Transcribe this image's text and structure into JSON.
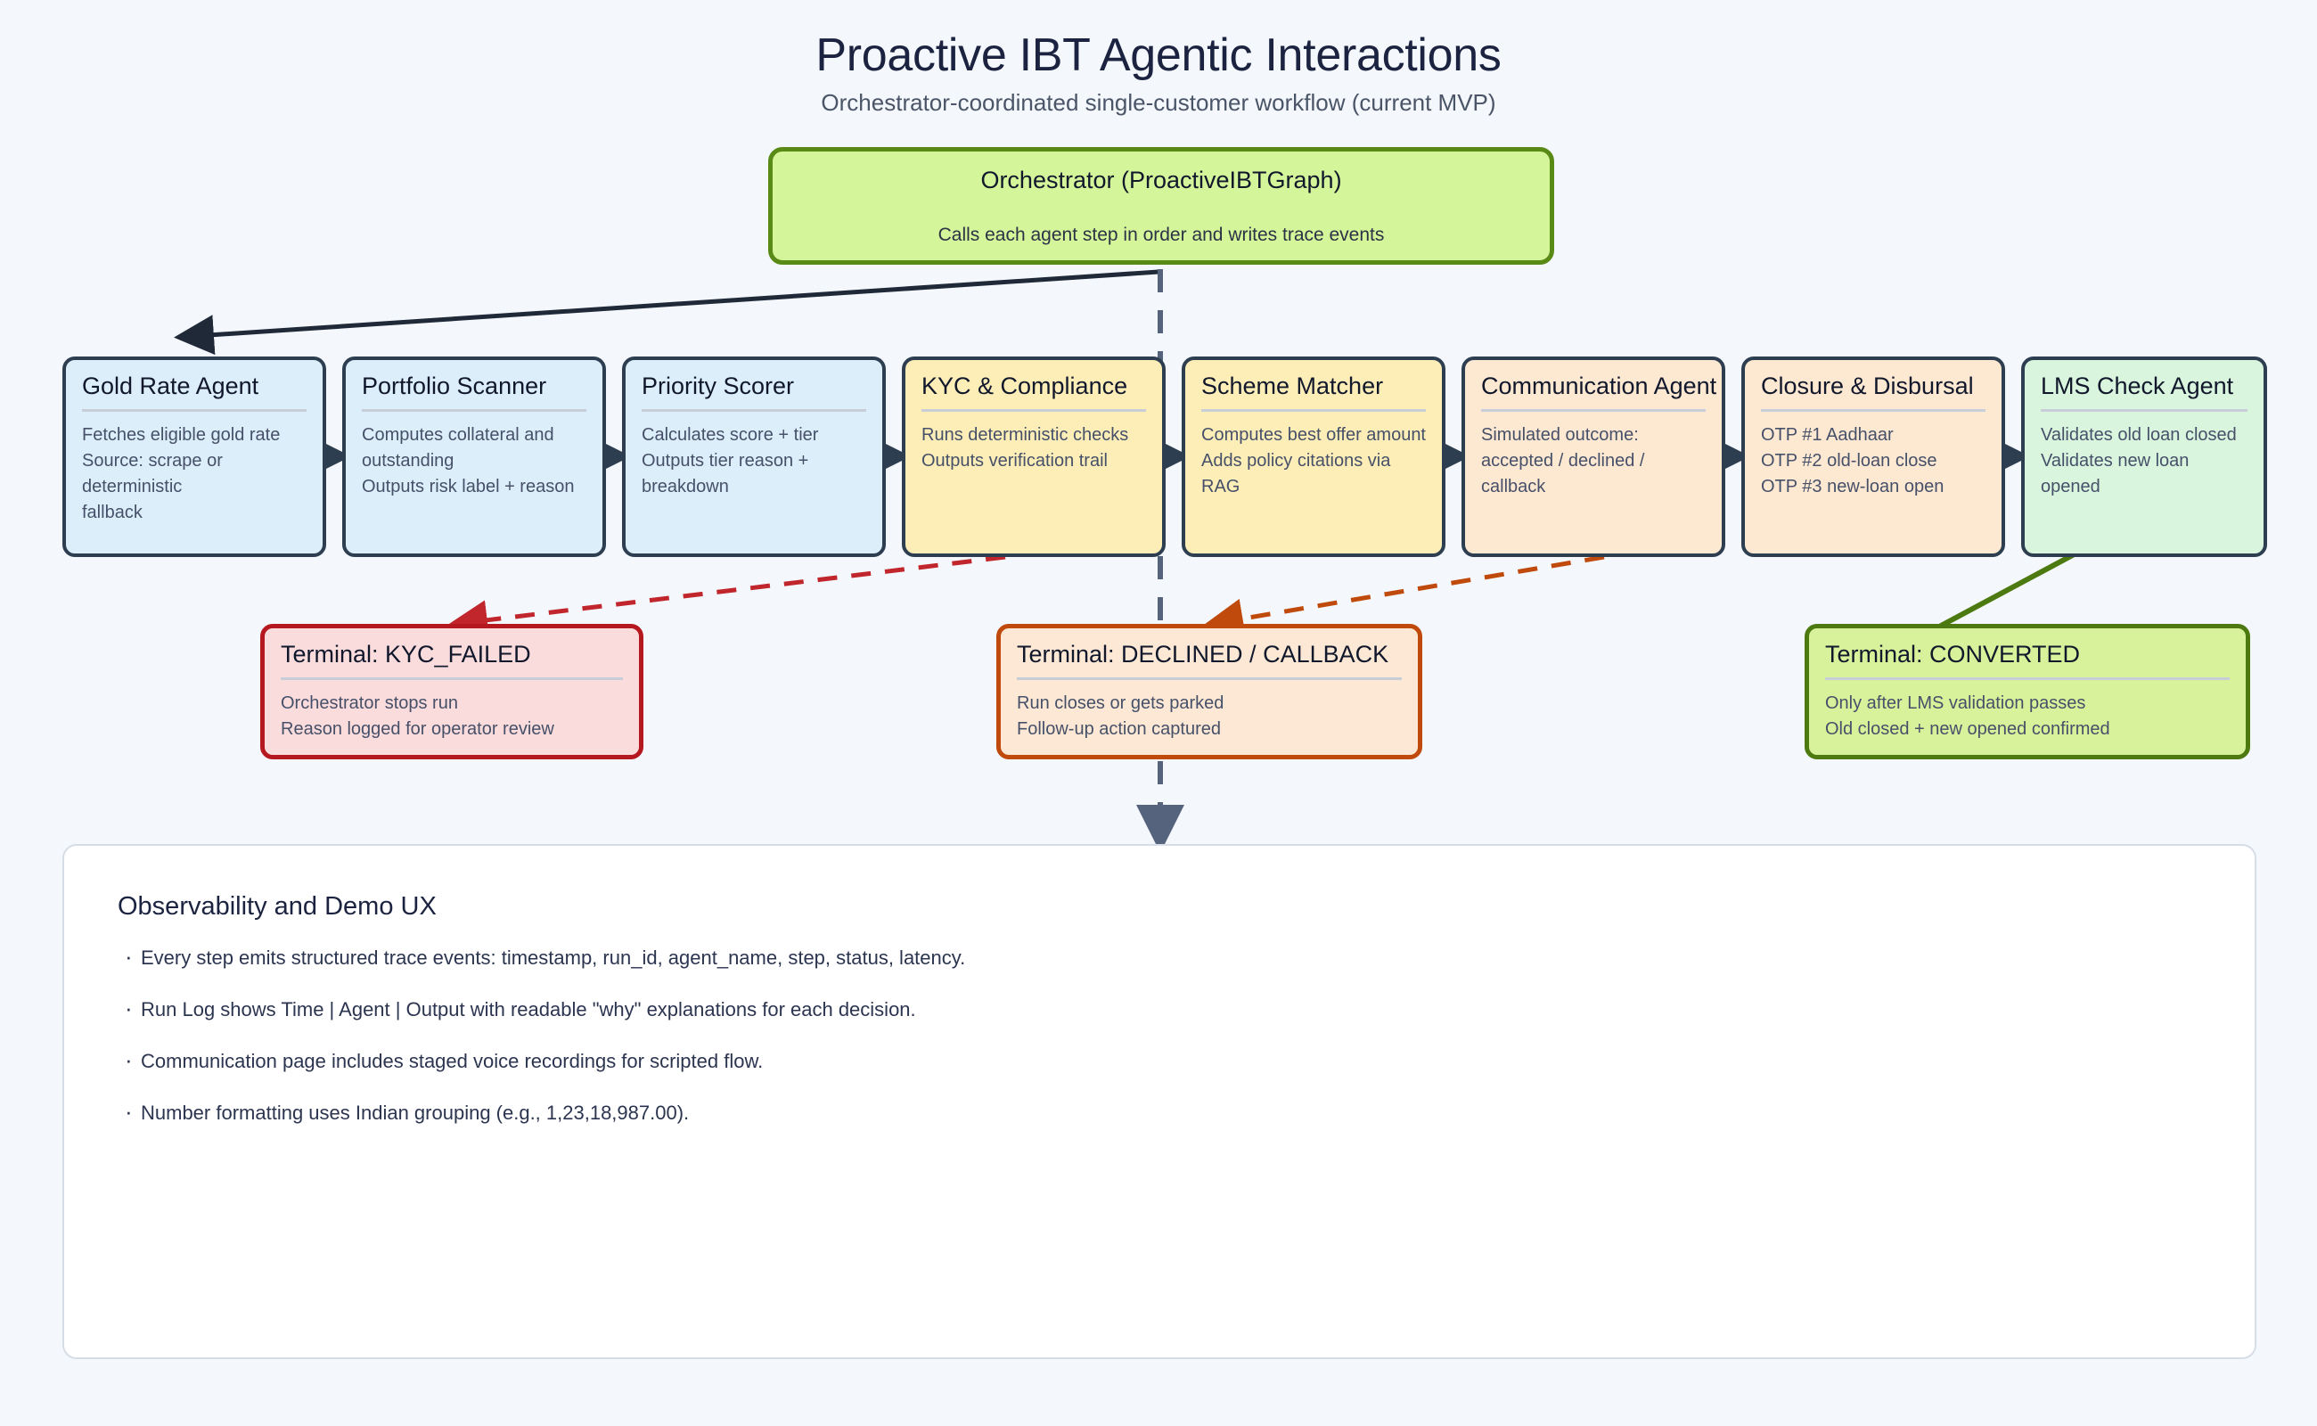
{
  "header": {
    "title": "Proactive IBT Agentic Interactions",
    "subtitle": "Orchestrator-coordinated single-customer workflow (current MVP)"
  },
  "orchestrator": {
    "title": "Orchestrator (ProactiveIBTGraph)",
    "subtitle": "Calls each agent step in order and writes trace events"
  },
  "agents": [
    {
      "title": "Gold Rate Agent",
      "lines": [
        "Fetches eligible gold rate",
        "Source: scrape or deterministic",
        "fallback"
      ],
      "fill": "#ddeefb"
    },
    {
      "title": "Portfolio Scanner",
      "lines": [
        "Computes collateral and",
        "outstanding",
        "Outputs risk label + reason"
      ],
      "fill": "#ddeefb"
    },
    {
      "title": "Priority Scorer",
      "lines": [
        "Calculates score + tier",
        "Outputs tier reason +",
        "breakdown"
      ],
      "fill": "#ddeefb"
    },
    {
      "title": "KYC & Compliance",
      "lines": [
        "Runs deterministic checks",
        "Outputs verification trail"
      ],
      "fill": "#fdeeb8"
    },
    {
      "title": "Scheme Matcher",
      "lines": [
        "Computes best offer amount",
        "Adds policy citations via RAG"
      ],
      "fill": "#fdeeb8"
    },
    {
      "title": "Communication Agent",
      "lines": [
        "Simulated outcome:",
        "accepted / declined / callback"
      ],
      "fill": "#fde8d2"
    },
    {
      "title": "Closure & Disbursal",
      "lines": [
        "OTP #1 Aadhaar",
        "OTP #2 old-loan close",
        "OTP #3 new-loan open"
      ],
      "fill": "#fde8d2"
    },
    {
      "title": "LMS Check Agent",
      "lines": [
        "Validates old loan closed",
        "Validates new loan opened"
      ],
      "fill": "#d9f5de"
    }
  ],
  "terminals": [
    {
      "title": "Terminal: KYC_FAILED",
      "lines": [
        "Orchestrator stops run",
        "Reason logged for operator review"
      ],
      "fill": "#fbdcdd",
      "border": "#b5181f"
    },
    {
      "title": "Terminal: DECLINED / CALLBACK",
      "lines": [
        "Run closes or gets parked",
        "Follow-up action captured"
      ],
      "fill": "#fce8d4",
      "border": "#c0490c"
    },
    {
      "title": "Terminal: CONVERTED",
      "lines": [
        "Only after LMS validation passes",
        "Old closed + new opened confirmed"
      ],
      "fill": "#d8f29b",
      "border": "#4d7a10"
    }
  ],
  "observability": {
    "title": "Observability and Demo UX",
    "bullets": [
      "Every step emits structured trace events: timestamp, run_id, agent_name, step, status, latency.",
      "Run Log shows Time | Agent | Output with readable \"why\" explanations for each decision.",
      "Communication page includes staged voice recordings for scripted flow.",
      "Number formatting uses Indian grouping (e.g., 1,23,18,987.00)."
    ]
  },
  "edges": {
    "orchestrator_to_first": {
      "style": "solid",
      "color": "#1f2937"
    },
    "orchestrator_trace": {
      "style": "dashed",
      "color": "#55637d"
    },
    "kyc_failed": {
      "style": "dashed",
      "color": "#c0262c"
    },
    "declined": {
      "style": "dashed",
      "color": "#c0490c"
    },
    "converted": {
      "style": "solid",
      "color": "#4d7a10"
    }
  },
  "colors": {
    "background": "#f4f7fb",
    "node_border": "#2c3e50",
    "orchestrator_fill": "#d5f59a",
    "orchestrator_border": "#5a8a16"
  }
}
